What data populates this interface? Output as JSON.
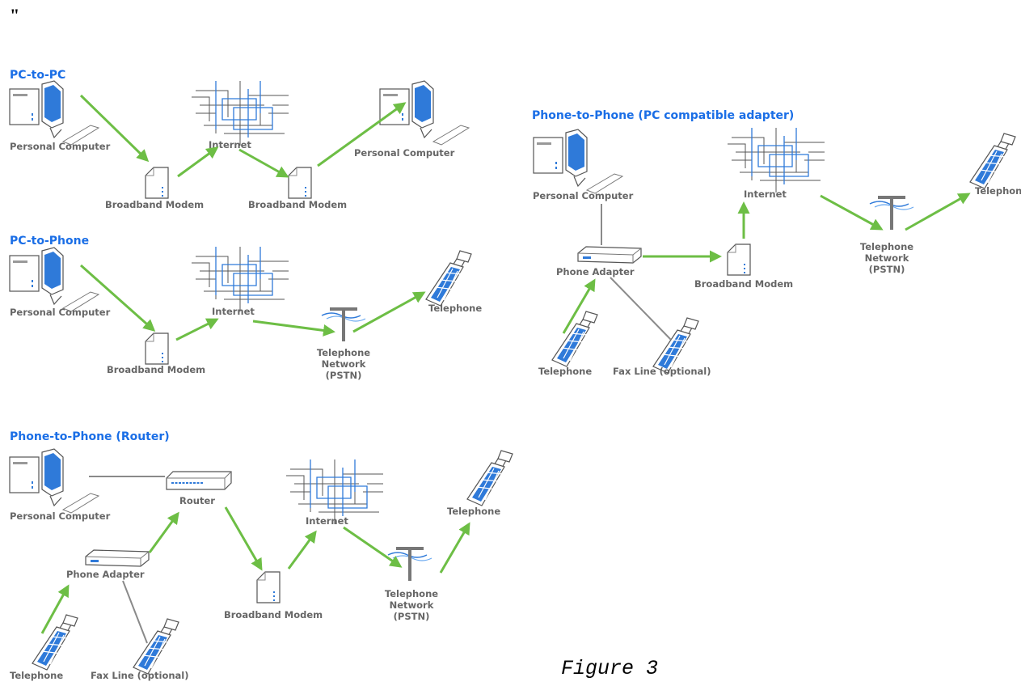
{
  "header_mark": "\"",
  "caption": "Figure 3",
  "colors": {
    "title": "#1a6ee6",
    "label": "#666666",
    "arrow": "#6dbe45",
    "wire": "#8a8a8a",
    "net_blue": "#2f7ad9"
  },
  "icons": [
    "computer-icon",
    "modem-icon",
    "internet-cloud-icon",
    "telephone-icon",
    "pstn-icon",
    "router-icon",
    "phone-adapter-icon"
  ],
  "diagrams": {
    "pc_to_pc": {
      "title": "PC-to-PC",
      "pc_left": "Personal Computer",
      "modem_left": "Broadband Modem",
      "internet": "Internet",
      "modem_right": "Broadband Modem",
      "pc_right": "Personal Computer"
    },
    "pc_to_phone": {
      "title": "PC-to-Phone",
      "pc": "Personal Computer",
      "modem": "Broadband Modem",
      "internet": "Internet",
      "pstn": [
        "Telephone",
        "Network",
        "(PSTN)"
      ],
      "telephone": "Telephone"
    },
    "phone_adapter": {
      "title": "Phone-to-Phone (PC compatible adapter)",
      "pc": "Personal Computer",
      "adapter": "Phone Adapter",
      "modem": "Broadband Modem",
      "internet": "Internet",
      "pstn": [
        "Telephone",
        "Network",
        "(PSTN)"
      ],
      "telephone_out": "Telephone",
      "telephone_in": "Telephone",
      "fax": "Fax Line (optional)"
    },
    "router": {
      "title": "Phone-to-Phone (Router)",
      "pc": "Personal Computer",
      "router": "Router",
      "adapter": "Phone Adapter",
      "modem": "Broadband Modem",
      "internet": "Internet",
      "pstn": [
        "Telephone",
        "Network",
        "(PSTN)"
      ],
      "telephone_out": "Telephone",
      "telephone_in": "Telephone",
      "fax": "Fax Line (optional)"
    }
  }
}
